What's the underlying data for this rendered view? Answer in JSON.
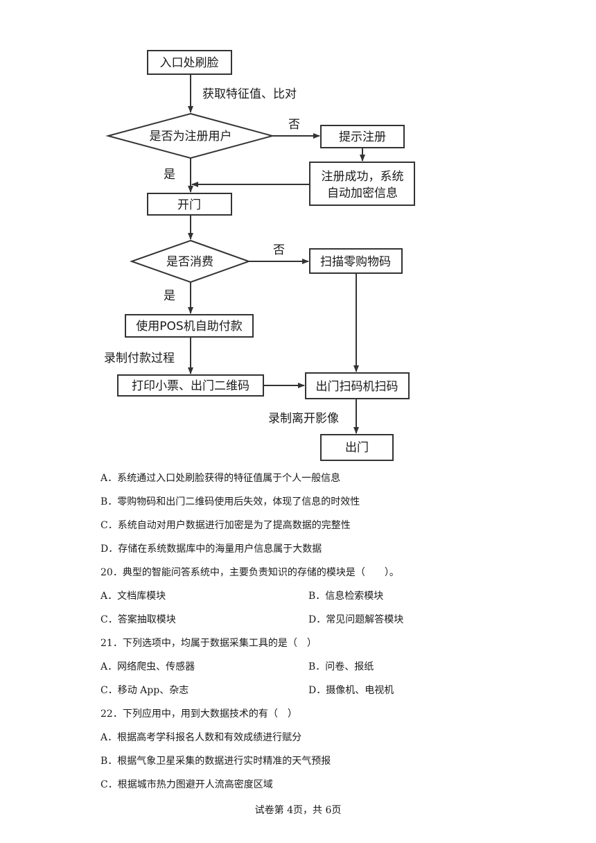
{
  "flowchart": {
    "entry_scan": "入口处刷脸",
    "label_get_compare": "获取特征值、比对",
    "decision_registered": "是否为注册用户",
    "label_no_1": "否",
    "prompt_register": "提示注册",
    "register_success_line1": "注册成功，系统",
    "register_success_line2": "自动加密信息",
    "label_yes_1": "是",
    "open_door": "开门",
    "decision_consume": "是否消费",
    "label_no_2": "否",
    "scan_items": "扫描零购物码",
    "label_yes_2": "是",
    "pos_self_pay": "使用POS机自助付款",
    "label_record_payment": "录制付款过程",
    "print_ticket": "打印小票、出门二维码",
    "exit_scanner": "出门扫码机扫码",
    "label_record_leave": "录制离开影像",
    "exit": "出门"
  },
  "q19": {
    "a": "A．系统通过入口处刷脸获得的特征值属于个人一般信息",
    "b": "B．零购物码和出门二维码使用后失效，体现了信息的时效性",
    "c": "C．系统自动对用户数据进行加密是为了提高数据的完整性",
    "d": "D．存储在系统数据库中的海量用户信息属于大数据"
  },
  "q20": {
    "stem": "20．典型的智能问答系统中，主要负责知识的存储的模块是（　　）。",
    "a": "A．文档库模块",
    "b": "B．信息检索模块",
    "c": "C．答案抽取模块",
    "d": "D．常见问题解答模块"
  },
  "q21": {
    "stem": "21．下列选项中，均属于数据采集工具的是（　）",
    "a": "A．网络爬虫、传感器",
    "b": "B．问卷、报纸",
    "c": "C．移动 App、杂志",
    "d": "D．摄像机、电视机"
  },
  "q22": {
    "stem": "22．下列应用中，用到大数据技术的有（　）",
    "a": "A．根据高考学科报名人数和有效成绩进行赋分",
    "b": "B．根据气象卫星采集的数据进行实时精准的天气预报",
    "c": "C．根据城市热力图避开人流高密度区域"
  },
  "footer": "试卷第 4页，共 6页"
}
